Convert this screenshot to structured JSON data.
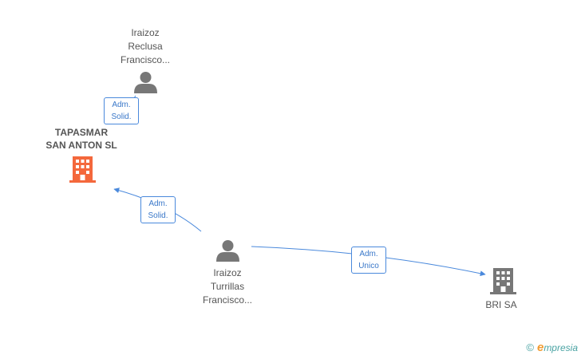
{
  "nodes": {
    "person_top": {
      "lines": [
        "Iraizoz",
        "Reclusa",
        "Francisco..."
      ],
      "icon": "person-icon"
    },
    "company_main": {
      "lines": [
        "TAPASMAR",
        "SAN ANTON SL"
      ],
      "icon": "building-icon",
      "color": "#f4683c"
    },
    "person_center": {
      "lines": [
        "Iraizoz",
        "Turrillas",
        "Francisco..."
      ],
      "icon": "person-icon"
    },
    "company_bri": {
      "lines": [
        "BRI SA"
      ],
      "icon": "building-icon",
      "color": "#777777"
    }
  },
  "edges": {
    "top_to_main": {
      "lines": [
        "Adm.",
        "Solid."
      ]
    },
    "center_to_main": {
      "lines": [
        "Adm.",
        "Solid."
      ]
    },
    "center_to_bri": {
      "lines": [
        "Adm.",
        "Unico"
      ]
    }
  },
  "colors": {
    "edge": "#4a89dc",
    "person": "#777777"
  },
  "footer": {
    "copyright": "©",
    "brand_initial": "e",
    "brand_rest": "mpresia"
  }
}
